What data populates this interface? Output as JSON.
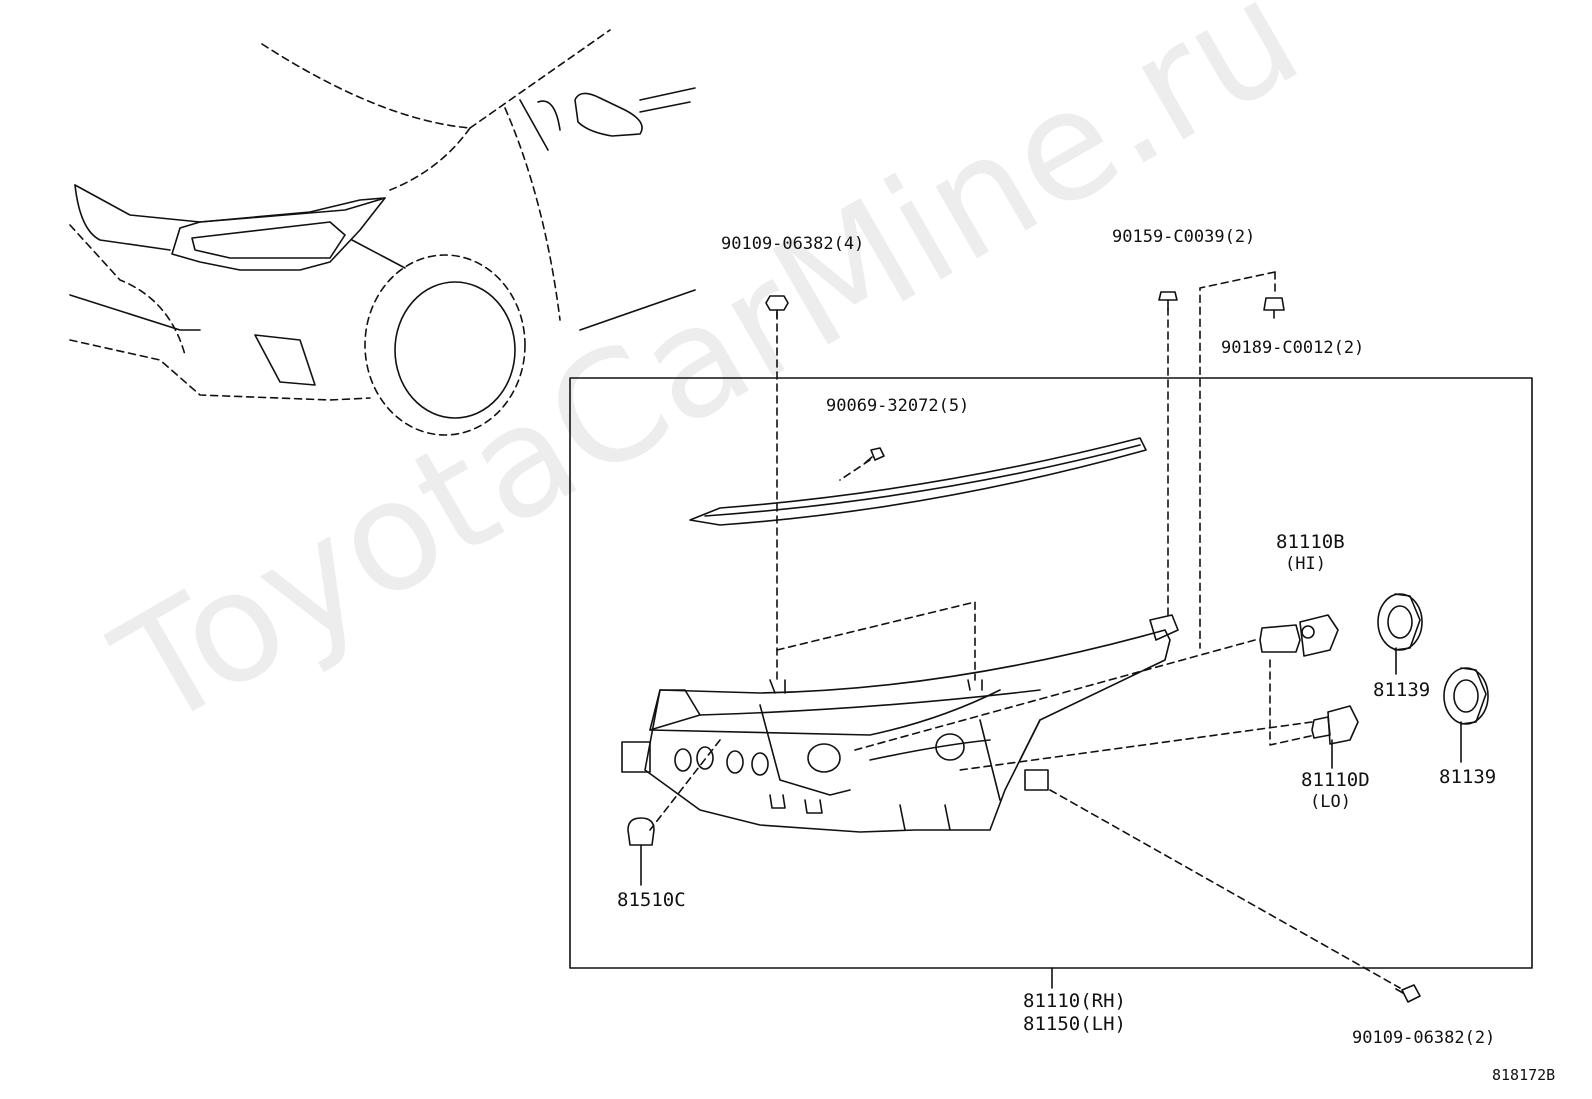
{
  "watermark": "ToyotaCarMine.ru",
  "diagram_id": "818172B",
  "labels": {
    "bolt_top_left": "90109-06382(4)",
    "clip_top_center": "90159-C0039(2)",
    "nut_top_right": "90189-C0012(2)",
    "screw_garnish": "90069-32072(5)",
    "bulb_hi_number": "81110B",
    "bulb_hi_note": "(HI)",
    "bulb_lo_number": "81110D",
    "bulb_lo_note": "(LO)",
    "cover_upper": "81139",
    "cover_lower": "81139",
    "side_bulb": "81510C",
    "headlamp_rh": "81110(RH)",
    "headlamp_lh": "81150(LH)",
    "bolt_bottom_right": "90109-06382(2)"
  }
}
